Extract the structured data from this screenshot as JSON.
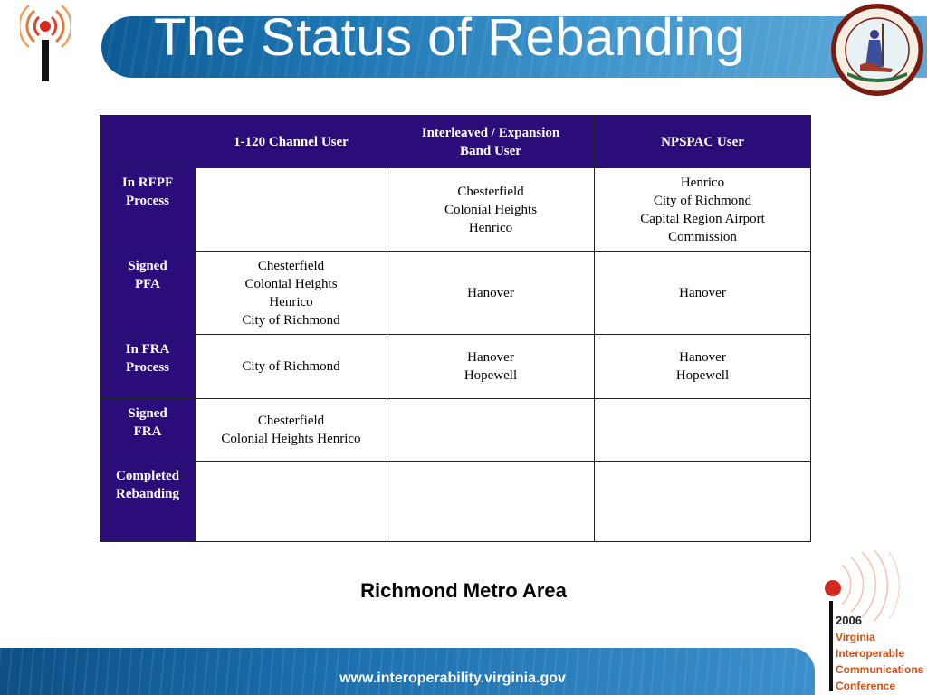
{
  "title": "The Status of Rebanding",
  "table": {
    "headers": [
      "",
      "1-120 Channel User",
      "Interleaved / Expansion Band User",
      "NPSPAC User"
    ],
    "rows": [
      {
        "label": "In RFPF Process",
        "cells": [
          [],
          [
            "Chesterfield",
            "Colonial Heights",
            "Henrico"
          ],
          [
            "Henrico",
            "City of Richmond",
            "Capital Region Airport Commission"
          ]
        ]
      },
      {
        "label": "Signed PFA",
        "cells": [
          [
            "Chesterfield",
            "Colonial Heights",
            "Henrico",
            "City of Richmond"
          ],
          [
            "Hanover"
          ],
          [
            "Hanover"
          ]
        ]
      },
      {
        "label": "In FRA Process",
        "cells": [
          [
            "City of Richmond"
          ],
          [
            "Hanover",
            "Hopewell"
          ],
          [
            "Hanover",
            "Hopewell"
          ]
        ]
      },
      {
        "label": "Signed FRA",
        "cells": [
          [
            "Chesterfield",
            "Colonial Heights Henrico"
          ],
          [],
          []
        ]
      },
      {
        "label": "Completed Rebanding",
        "cells": [
          [],
          [],
          []
        ]
      }
    ]
  },
  "caption": "Richmond Metro Area",
  "footer_url": "www.interoperability.virginia.gov",
  "conference": {
    "year": "2006",
    "lines": [
      "Virginia",
      "Interoperable",
      "Communications",
      "Conference"
    ]
  },
  "colors": {
    "table_header": "#2a0d78",
    "banner_blue": "#1f78b4",
    "conference_accent": "#d2501a"
  },
  "icons": [
    "antenna-logo-icon",
    "virginia-seal-icon",
    "conference-logo-icon"
  ]
}
